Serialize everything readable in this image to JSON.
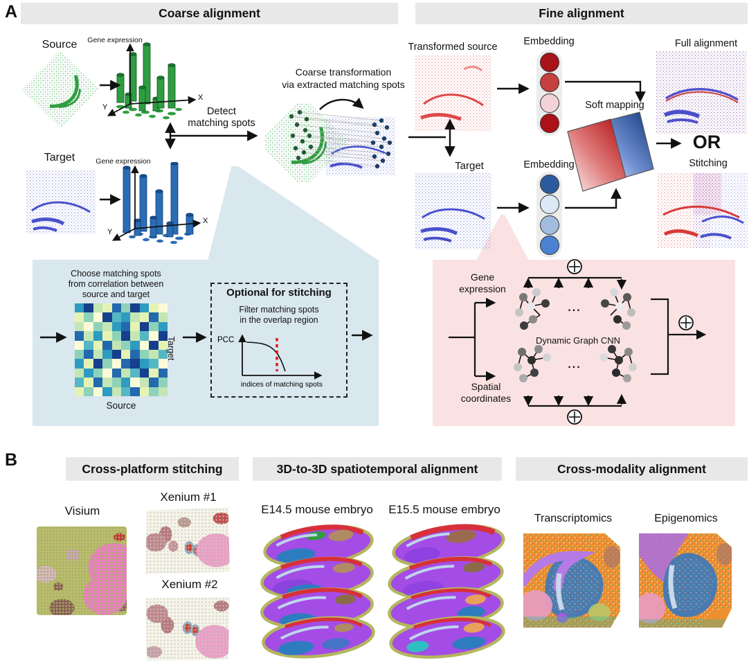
{
  "panel_a": {
    "label": "A",
    "coarse": {
      "header": "Coarse alignment",
      "source_label": "Source",
      "target_label": "Target",
      "gene_expression_label": "Gene expression",
      "axis_x": "X",
      "axis_y": "Y",
      "detect_line1": "Detect",
      "detect_line2": "matching spots",
      "coarse_transform_line1": "Coarse transformation",
      "coarse_transform_line2": "via extracted matching spots"
    },
    "fine": {
      "header": "Fine alignment",
      "transformed_source_label": "Transformed source",
      "target_label": "Target",
      "embedding_label": "Embedding",
      "soft_mapping_label": "Soft mapping",
      "full_alignment_label": "Full alignment",
      "or_label": "OR",
      "stitching_label": "Stitching",
      "embedding_red": [
        "#a81219",
        "#c4413f",
        "#f2d2d6",
        "#ad1118"
      ],
      "embedding_blue": [
        "#2d5c9e",
        "#dce8f6",
        "#a2bcde",
        "#4a82d4"
      ]
    },
    "matching_box": {
      "title_line1": "Choose matching spots",
      "title_line2": "from correlation between",
      "title_line3": "source and target",
      "target_axis_label": "Target",
      "source_axis_label": "Source",
      "heatmap": {
        "type": "heatmap",
        "palette": [
          "#fbfbd8",
          "#e4f3b4",
          "#c4e6b5",
          "#8ed2ba",
          "#55b7c4",
          "#2e9bc1",
          "#2269ad",
          "#163f8c"
        ],
        "cells": [
          [
            5,
            7,
            2,
            1,
            6,
            3,
            7,
            5,
            1,
            0
          ],
          [
            1,
            3,
            0,
            7,
            4,
            5,
            2,
            1,
            6,
            2
          ],
          [
            2,
            0,
            3,
            2,
            5,
            6,
            1,
            7,
            3,
            5
          ],
          [
            6,
            2,
            5,
            1,
            3,
            7,
            2,
            4,
            0,
            7
          ],
          [
            0,
            4,
            1,
            6,
            2,
            3,
            5,
            0,
            7,
            1
          ],
          [
            3,
            6,
            2,
            5,
            7,
            1,
            6,
            3,
            2,
            4
          ],
          [
            5,
            1,
            7,
            3,
            0,
            6,
            7,
            5,
            4,
            0
          ],
          [
            2,
            5,
            3,
            0,
            6,
            2,
            4,
            7,
            1,
            6
          ],
          [
            4,
            1,
            6,
            2,
            3,
            5,
            0,
            2,
            6,
            3
          ],
          [
            1,
            3,
            0,
            5,
            2,
            4,
            6,
            1,
            3,
            2
          ]
        ]
      },
      "optional": {
        "title": "Optional for stitching",
        "subtitle_line1": "Filter matching spots",
        "subtitle_line2": "in the overlap region",
        "y_axis_label": "PCC",
        "x_axis_label": "indices of matching spots"
      }
    },
    "dgcnn_box": {
      "input_top_line1": "Gene",
      "input_top_line2": "expression",
      "input_bottom_line1": "Spatial",
      "input_bottom_line2": "coordinates",
      "center_label": "Dynamic Graph CNN",
      "ellipsis": "..."
    }
  },
  "panel_b": {
    "label": "B",
    "sections": [
      {
        "header": "Cross-platform stitching",
        "item1": "Visium",
        "item2": "Xenium #1",
        "item3": "Xenium #2"
      },
      {
        "header": "3D-to-3D spatiotemporal alignment",
        "item1": "E14.5 mouse embryo",
        "item2": "E15.5 mouse embryo"
      },
      {
        "header": "Cross-modality alignment",
        "item1": "Transcriptomics",
        "item2": "Epigenomics"
      }
    ]
  }
}
